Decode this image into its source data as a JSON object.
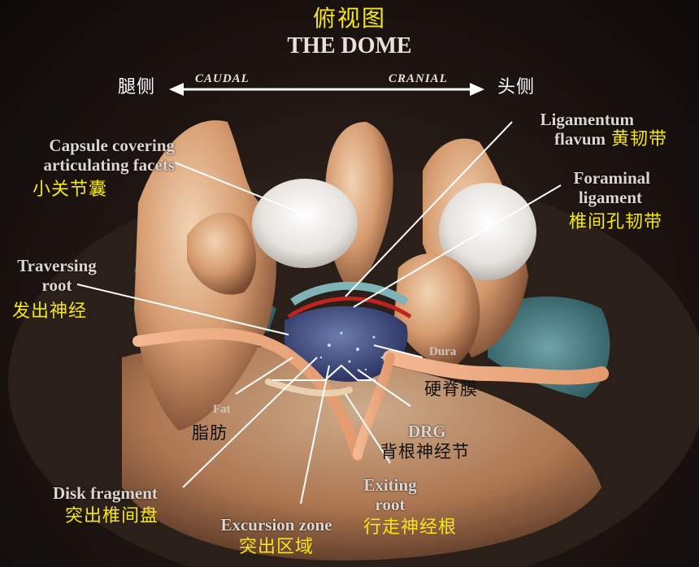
{
  "title": {
    "cn": "俯视图",
    "en": "THE DOME"
  },
  "orientation": {
    "left_cn": "腿侧",
    "left_en": "CAUDAL",
    "right_en": "CRANIAL",
    "right_cn": "头侧"
  },
  "labels": {
    "capsule": {
      "en1": "Capsule covering",
      "en2": "articulating facets",
      "cn": "小关节囊"
    },
    "ligamentum": {
      "en1": "Ligamentum",
      "en2": "flavum",
      "cn": "黄韧带"
    },
    "foraminal": {
      "en1": "Foraminal",
      "en2": "ligament",
      "cn": "椎间孔韧带"
    },
    "traversing": {
      "en1": "Traversing",
      "en2": "root",
      "cn": "发出神经"
    },
    "dura": {
      "en": "Dura",
      "cn": "硬脊膜"
    },
    "fat": {
      "en": "Fat",
      "cn": "脂肪"
    },
    "drg": {
      "en": "DRG",
      "cn": "背根神经节"
    },
    "exiting": {
      "en1": "Exiting",
      "en2": "root",
      "cn": "行走神经根"
    },
    "disk": {
      "en": "Disk fragment",
      "cn": "突出椎间盘"
    },
    "excursion": {
      "en": "Excursion zone",
      "cn": "突出区域"
    }
  }
}
